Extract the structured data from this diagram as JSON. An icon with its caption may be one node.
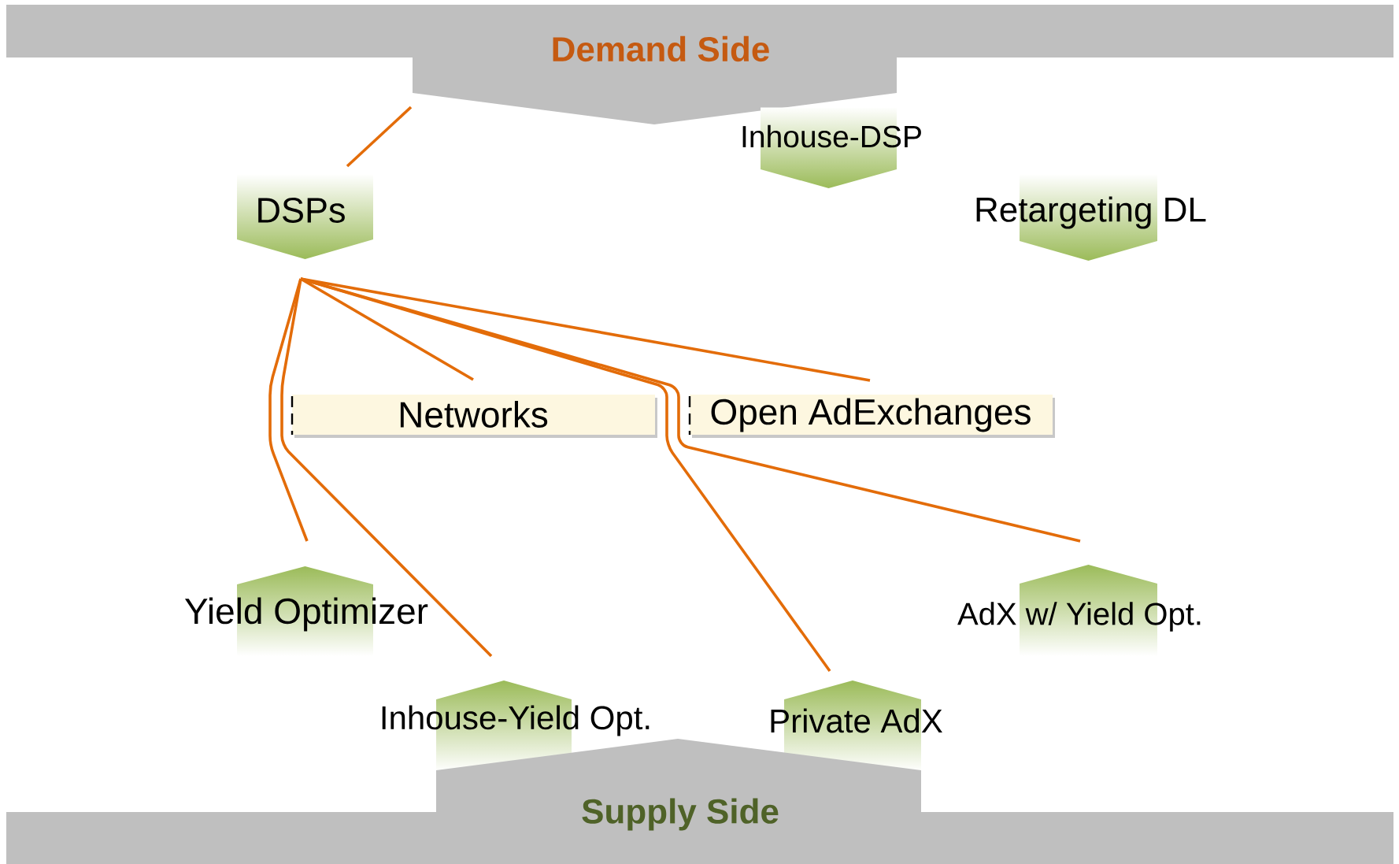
{
  "diagram": {
    "nodes": [
      {
        "text": [
          "Demand Side"
        ]
      },
      {
        "text": [
          "Inhouse-DSP"
        ]
      },
      {
        "text": [
          "DSPs"
        ]
      },
      {
        "text": [
          "Retargeting DL"
        ]
      },
      {
        "text": [
          "Networks"
        ]
      },
      {
        "text": [
          "Open AdExchanges"
        ]
      },
      {
        "text": [
          "Yield Optimizer"
        ]
      },
      {
        "text": [
          "AdX w/ Yield Opt."
        ]
      },
      {
        "text": [
          "Inhouse-Yield Opt."
        ]
      },
      {
        "text": [
          "Private AdX"
        ]
      },
      {
        "text": [
          "Supply Side"
        ]
      }
    ],
    "edges": [
      {
        "from": 0,
        "to": 2,
        "arrow": "none"
      },
      {
        "from": 2,
        "to": 4,
        "arrow": "none"
      },
      {
        "from": 2,
        "to": 5,
        "arrow": "none"
      },
      {
        "from": 2,
        "to": 6,
        "arrow": "none"
      },
      {
        "from": 2,
        "to": 8,
        "arrow": "none"
      },
      {
        "from": 2,
        "to": 9,
        "arrow": "none"
      },
      {
        "from": 2,
        "to": 7,
        "arrow": "none"
      }
    ]
  }
}
